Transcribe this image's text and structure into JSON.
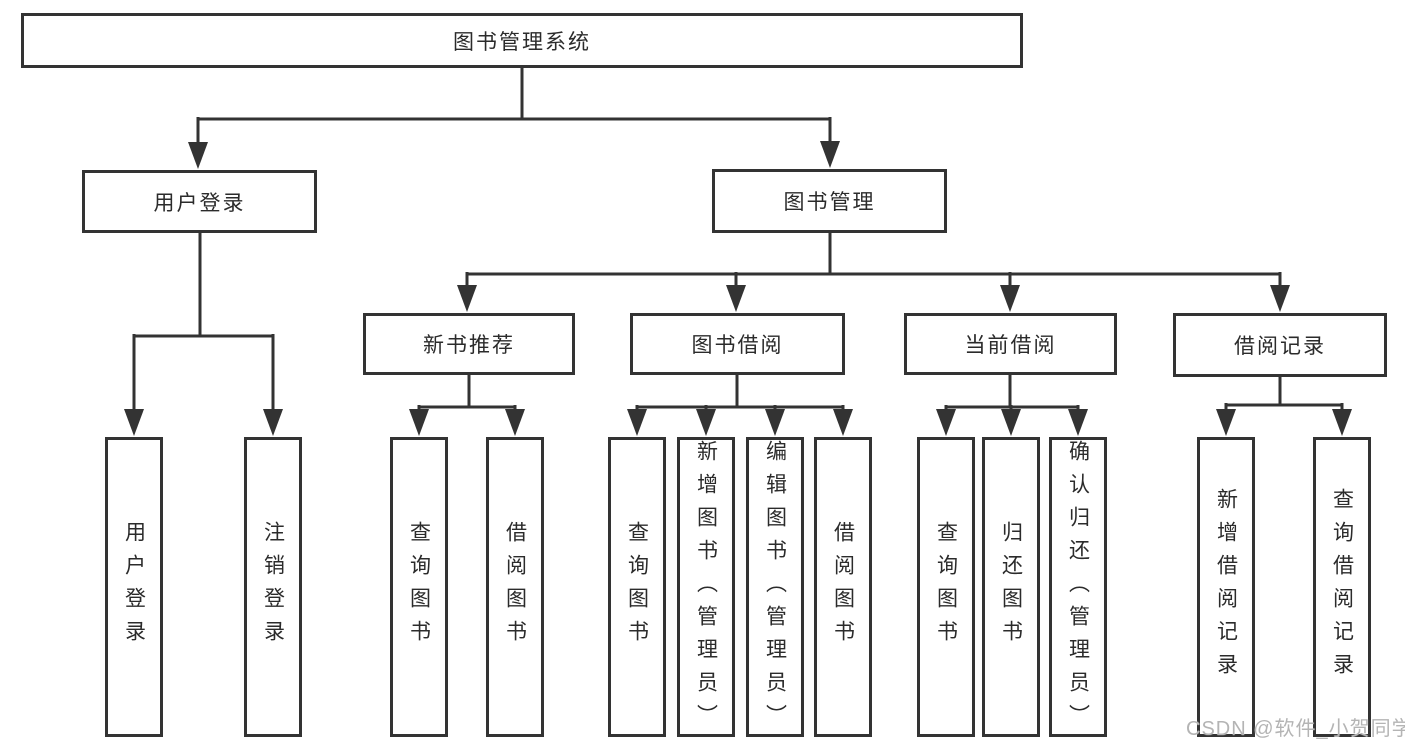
{
  "diagram": {
    "root": {
      "label": "图书管理系统"
    },
    "level2": [
      {
        "label": "用户登录"
      },
      {
        "label": "图书管理"
      }
    ],
    "level3": [
      {
        "label": "新书推荐",
        "parent": "图书管理"
      },
      {
        "label": "图书借阅",
        "parent": "图书管理"
      },
      {
        "label": "当前借阅",
        "parent": "图书管理"
      },
      {
        "label": "借阅记录",
        "parent": "图书管理"
      }
    ],
    "leaves": [
      {
        "label": "用户登录",
        "parent": "用户登录"
      },
      {
        "label": "注销登录",
        "parent": "用户登录"
      },
      {
        "label": "查询图书",
        "parent": "新书推荐"
      },
      {
        "label": "借阅图书",
        "parent": "新书推荐"
      },
      {
        "label": "查询图书",
        "parent": "图书借阅"
      },
      {
        "label": "新增图书（管理员）",
        "parent": "图书借阅"
      },
      {
        "label": "编辑图书（管理员）",
        "parent": "图书借阅"
      },
      {
        "label": "借阅图书",
        "parent": "图书借阅"
      },
      {
        "label": "查询图书",
        "parent": "当前借阅"
      },
      {
        "label": "归还图书",
        "parent": "当前借阅"
      },
      {
        "label": "确认归还（管理员）",
        "parent": "当前借阅"
      },
      {
        "label": "新增借阅记录",
        "parent": "借阅记录"
      },
      {
        "label": "查询借阅记录",
        "parent": "借阅记录"
      }
    ]
  },
  "watermark": {
    "text": "CSDN @软件_小贺同学"
  },
  "colors": {
    "line": "#333333",
    "text": "#2b2b2b",
    "background": "#ffffff",
    "watermark": "#b4b4b4"
  }
}
